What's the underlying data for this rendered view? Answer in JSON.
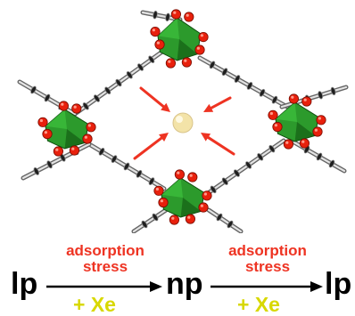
{
  "structure": {
    "guest_color": "#f3e3a8",
    "metal_color": "#2c9a2c",
    "oxygen_color": "#e8200c",
    "arrow_color": "#ee3322"
  },
  "scheme": {
    "state_left": "lp",
    "state_middle": "np",
    "state_right": "lp",
    "step1_label_line1": "adsorption",
    "step1_label_line2": "stress",
    "step1_guest": "+ Xe",
    "step2_label_line1": "adsorption",
    "step2_label_line2": "stress",
    "step2_guest": "+ Xe",
    "label_color": "#ee3322",
    "guest_color": "#d8d800"
  }
}
